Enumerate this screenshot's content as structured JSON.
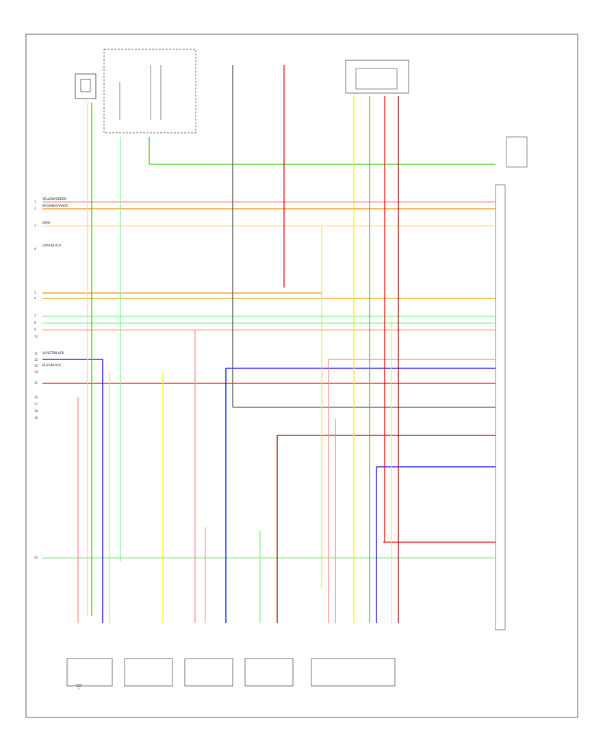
{
  "connector_labels": [
    {
      "text": "YELLOW/GREEN"
    },
    {
      "text": "BROWN/ORANGE"
    },
    {
      "text": "GRAY"
    },
    {
      "text": "GRAY/BLACK"
    },
    {
      "text": "VIOLET/BLACK"
    },
    {
      "text": "BLUE/BLACK"
    }
  ],
  "left_numbers": [
    "1",
    "2",
    "3",
    "4",
    "5",
    "6",
    "7",
    "8",
    "9",
    "10",
    "11",
    "12",
    "13",
    "14",
    "15",
    "16",
    "17",
    "18",
    "19",
    "20"
  ],
  "wire_colors": {
    "red": "#ff0000",
    "orange": "#ff8800",
    "green": "#33cc00",
    "yellow": "#ffee00",
    "blue": "#0000ff",
    "black": "#555555",
    "pink": "#ff8888",
    "darkred": "#aa0000",
    "frame": "#333333"
  },
  "icons": [
    "ground-icon",
    "sensor-icon",
    "module-icon",
    "relay-icon"
  ]
}
